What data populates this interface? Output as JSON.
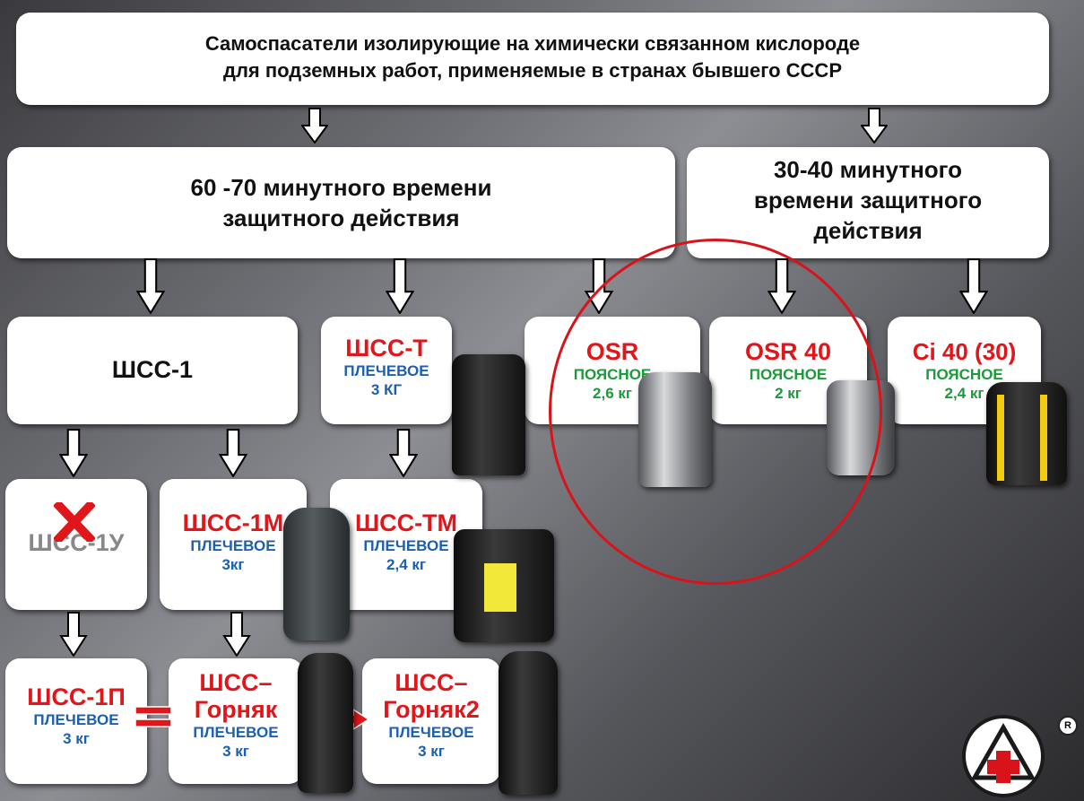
{
  "title": {
    "line1": "Самоспасатели изолирующие на химически связанном кислороде",
    "line2": "для подземных работ, применяемые  в странах бывшего СССР"
  },
  "categories": {
    "long": {
      "line1": "60 -70 минутного времени",
      "line2": "защитного действия"
    },
    "short": {
      "line1": "30-40 минутного",
      "line2": "времени защитного",
      "line3": "действия"
    }
  },
  "devices": {
    "shss1": {
      "name": "ШСС-1"
    },
    "shsst": {
      "name": "ШСС-Т",
      "mount": "ПЛЕЧЕВОЕ",
      "weight": "3 КГ"
    },
    "osr": {
      "name": "OSR",
      "mount": "ПОЯСНОЕ",
      "weight": "2,6 кг"
    },
    "osr40": {
      "name": "OSR 40",
      "mount": "ПОЯСНОЕ",
      "weight": "2 кг"
    },
    "ci40": {
      "name": "Ci 40 (30)",
      "mount": "ПОЯСНОЕ",
      "weight": "2,4  кг"
    },
    "shss1u": {
      "name": "ШСС-1У"
    },
    "shss1m": {
      "name": "ШСС-1М",
      "mount": "ПЛЕЧЕВОЕ",
      "weight": "3кг"
    },
    "shsstm": {
      "name": "ШСС-ТМ",
      "mount": "ПЛЕЧЕВОЕ",
      "weight": "2,4 кг"
    },
    "shss1p": {
      "name": "ШСС-1П",
      "mount": "ПЛЕЧЕВОЕ",
      "weight": "3 кг"
    },
    "gornyak": {
      "name1": "ШСС–",
      "name2": "Горняк",
      "mount": "ПЛЕЧЕВОЕ",
      "weight": "3 кг"
    },
    "gornyak2": {
      "name1": "ШСС–",
      "name2": "Горняк2",
      "mount": "ПЛЕЧЕВОЕ",
      "weight": "3 кг"
    }
  },
  "logo": {
    "registered_mark": "R"
  },
  "colors": {
    "device_name": "#e0161b",
    "shoulder_mount": "#1d5fb0",
    "belt_mount": "#1c9a3b",
    "highlight_circle": "#d8141a"
  }
}
